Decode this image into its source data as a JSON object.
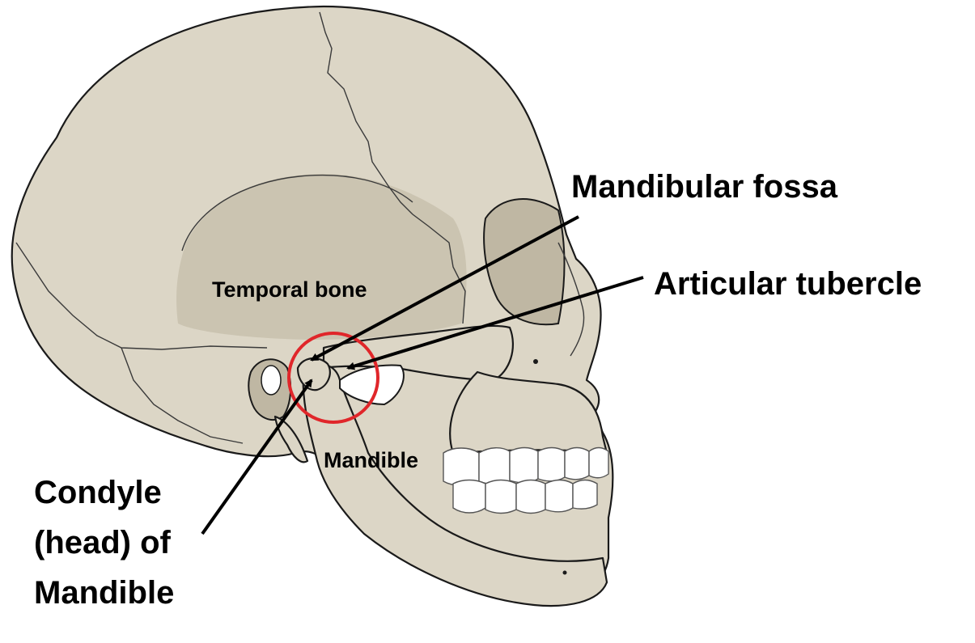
{
  "labels": {
    "mandibular_fossa": "Mandibular fossa",
    "articular_tubercle": "Articular tubercle",
    "temporal_bone": "Temporal bone",
    "mandible": "Mandible",
    "condyle_line1": "Condyle",
    "condyle_line2": "(head) of",
    "condyle_line3": "Mandible"
  },
  "colors": {
    "bone": "#dcd6c6",
    "highlight_circle": "#e0262a",
    "label_text": "#000000",
    "teeth": "#ffffff"
  },
  "icons": {
    "skull": "skull-lateral-view-icon"
  }
}
